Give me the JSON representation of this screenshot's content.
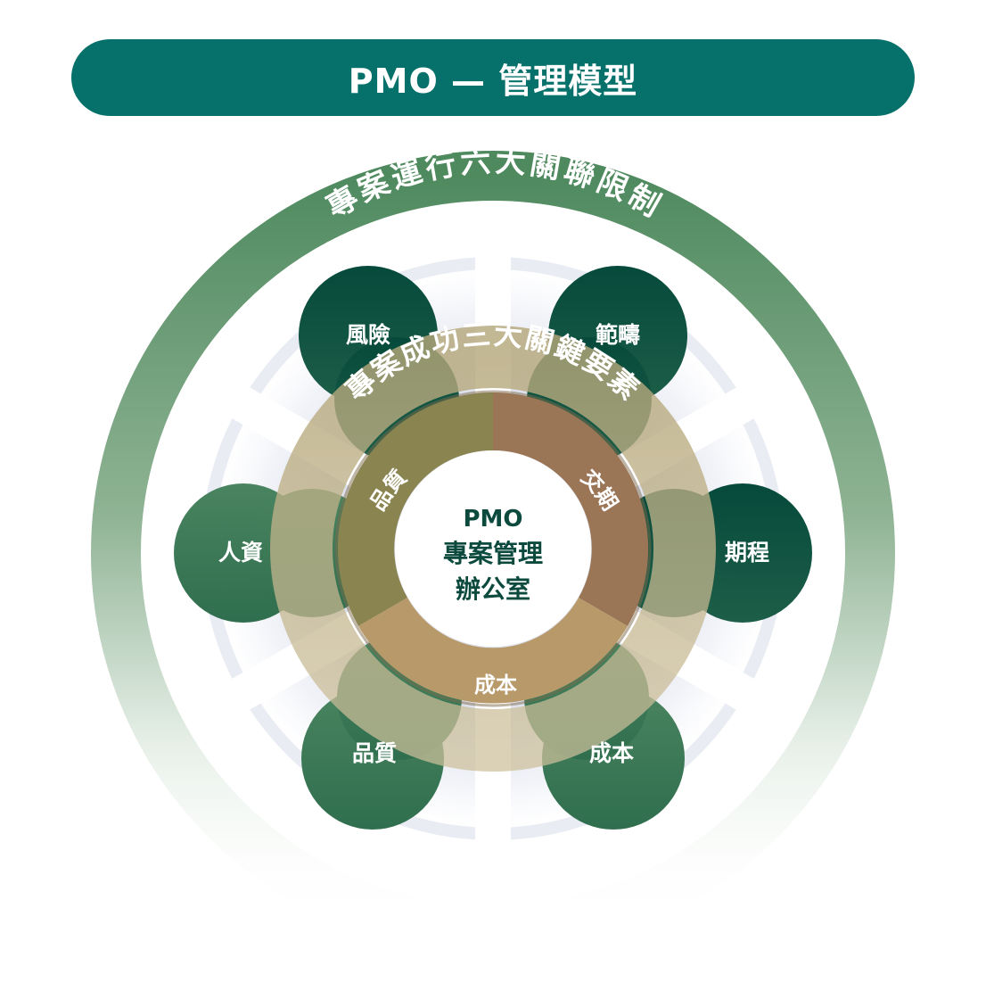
{
  "title": "PMO — 管理模型",
  "outer_ring_text": "專案運行六大關聯限制",
  "inner_ring_text": "專案成功三大關鍵要素",
  "constraints": [
    "風險",
    "範疇",
    "人資",
    "期程",
    "品質",
    "成本"
  ],
  "success_factors": [
    "品質",
    "交期",
    "成本"
  ],
  "center": {
    "line1": "PMO",
    "line2": "專案管理",
    "line3": "辦公室"
  },
  "colors": {
    "banner": "#06706a",
    "ring_green": "#5f8f6a",
    "petal_dark": "#0a4a3c",
    "petal_green": "#3f7a56",
    "factor_olive": "#8b8550",
    "factor_brown": "#9c7858",
    "factor_tan": "#b89868",
    "center_text": "#0c4a3e"
  }
}
